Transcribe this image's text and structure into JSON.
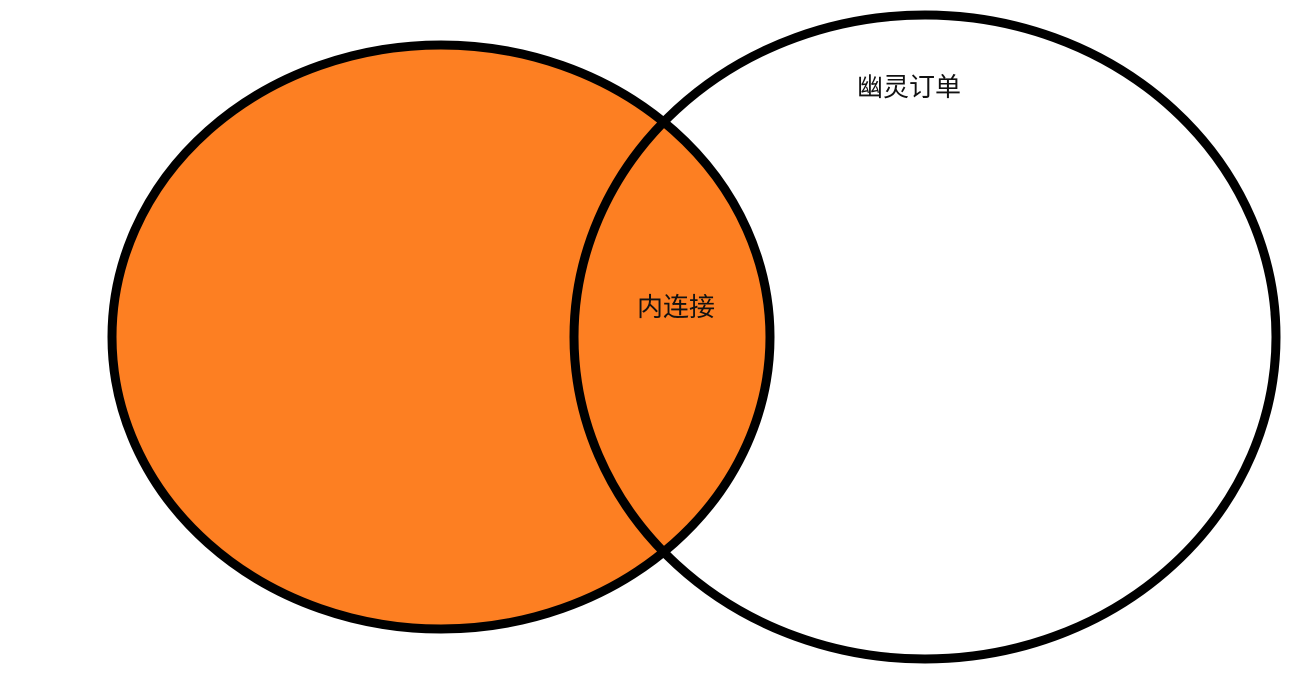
{
  "diagram": {
    "type": "venn",
    "left_set": {
      "fill_color": "#FD7F22",
      "stroke_color": "#000000"
    },
    "right_set": {
      "label": "幽灵订单",
      "fill_color": "#FFFFFF",
      "stroke_color": "#000000"
    },
    "intersection": {
      "label": "内连接",
      "fill_color": "#FD7F22"
    }
  }
}
